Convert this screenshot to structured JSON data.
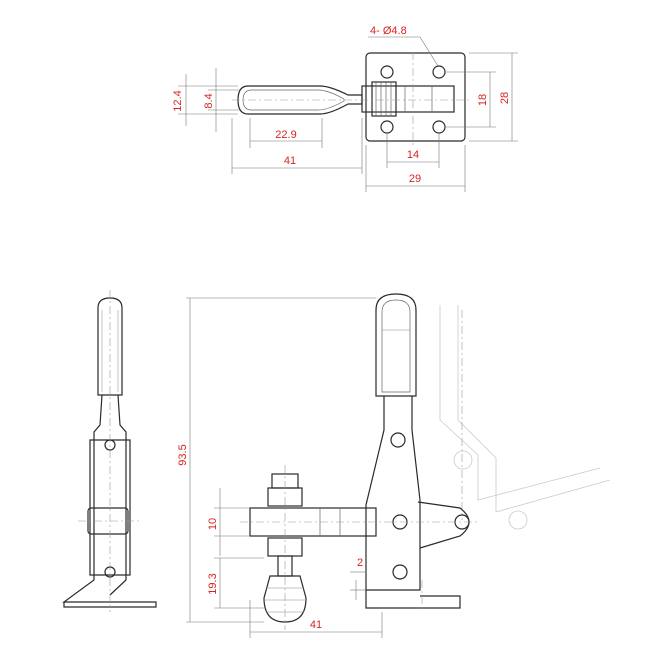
{
  "dimensions": {
    "holes": "4- Ø4.8",
    "grip_outer": "12.4",
    "grip_inner": "8.4",
    "grip_length": "22.9",
    "handle_length": "41",
    "hole_spacing_x": "14",
    "base_width": "29",
    "hole_spacing_y": "18",
    "base_height": "28",
    "overall_height": "93.5",
    "arm_thickness": "10",
    "spindle_height": "19.3",
    "offset": "2",
    "reach": "41"
  },
  "colors": {
    "dimension_text": "#d8231f",
    "outline": "#2a2a2a",
    "ghost": "#c9c9c9"
  }
}
